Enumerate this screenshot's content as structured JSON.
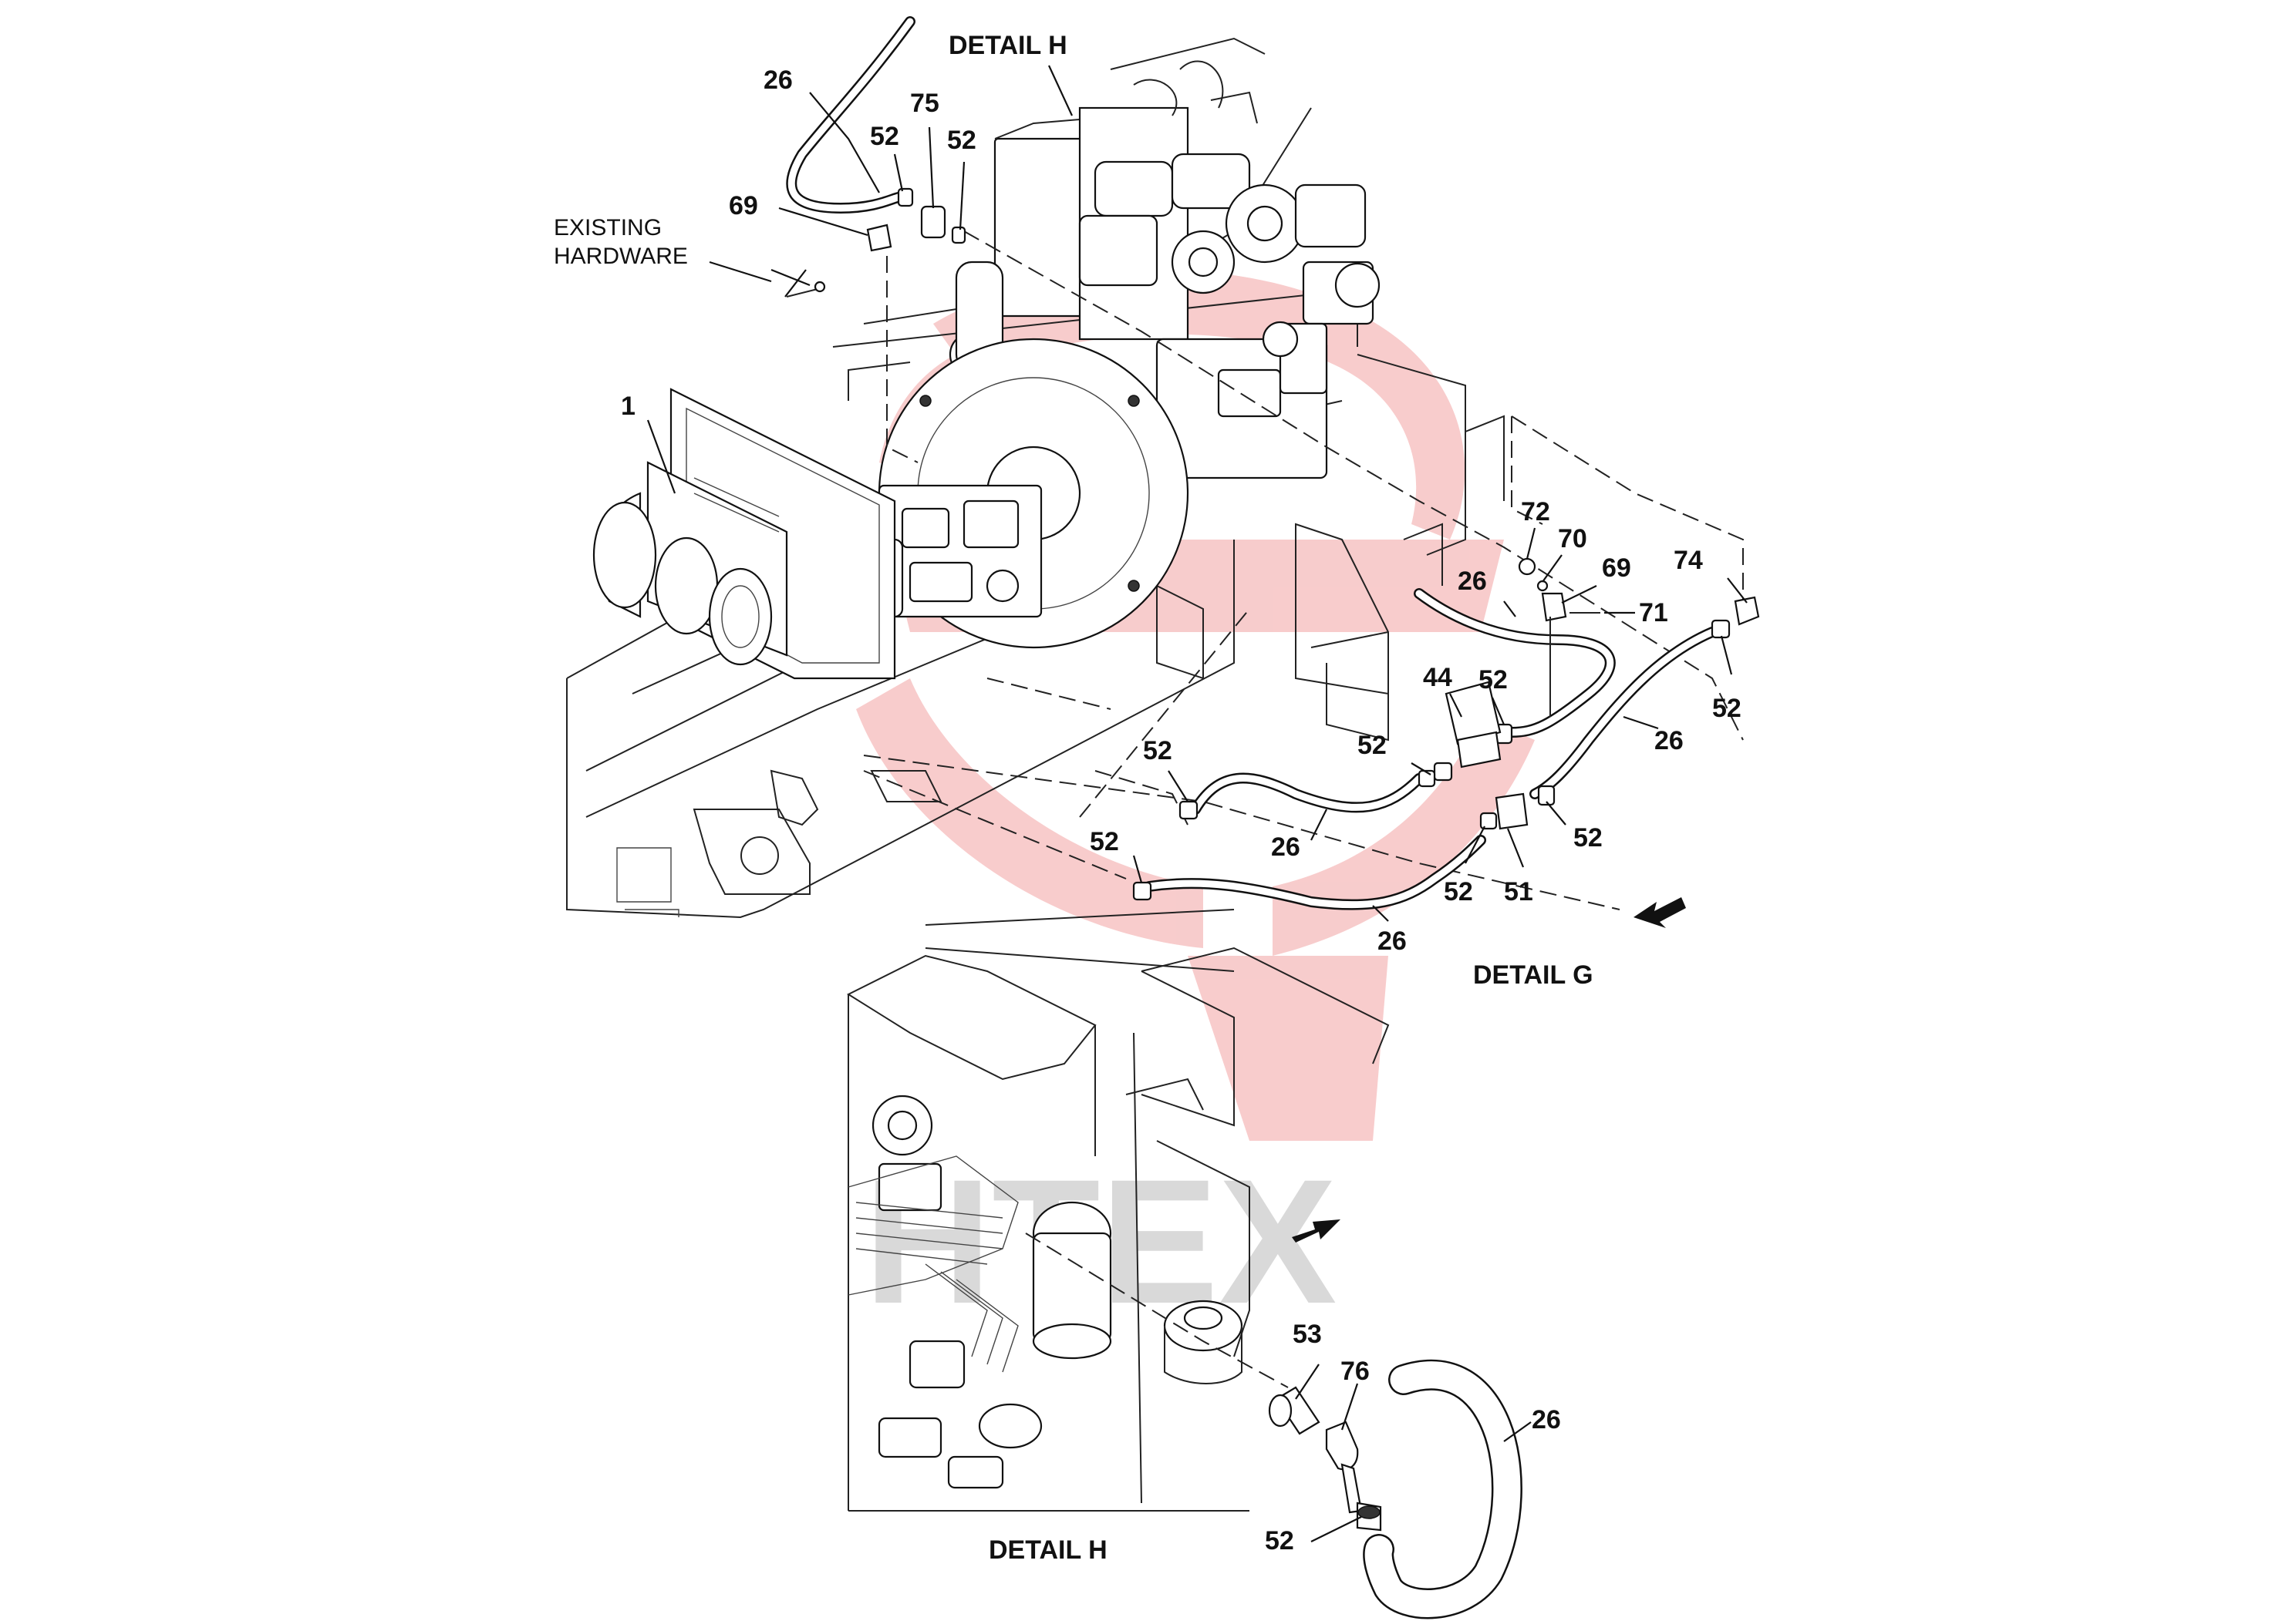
{
  "titles": {
    "detail_h_top": "DETAIL H",
    "detail_g": "DETAIL G",
    "detail_h_bottom": "DETAIL H"
  },
  "notes": {
    "existing_hardware_line1": "EXISTING",
    "existing_hardware_line2": "HARDWARE"
  },
  "watermark": {
    "text": "HTEX",
    "logo_color": "#f2a3a3",
    "text_color": "#d9d9d9"
  },
  "callouts": {
    "c26_top": "26",
    "c52_a": "52",
    "c75": "75",
    "c52_b": "52",
    "c69_top": "69",
    "c1": "1",
    "c72": "72",
    "c70": "70",
    "c69_right": "69",
    "c74": "74",
    "c26_mid": "26",
    "c71": "71",
    "c44": "44",
    "c52_c": "52",
    "c52_d": "52",
    "c26_right": "26",
    "c52_e": "52",
    "c52_f": "52",
    "c26_low": "26",
    "c52_g": "52",
    "c52_h": "52",
    "c51": "51",
    "c52_i": "52",
    "c26_bottom": "26",
    "c53": "53",
    "c76": "76",
    "c26_detail": "26",
    "c52_detail": "52"
  }
}
